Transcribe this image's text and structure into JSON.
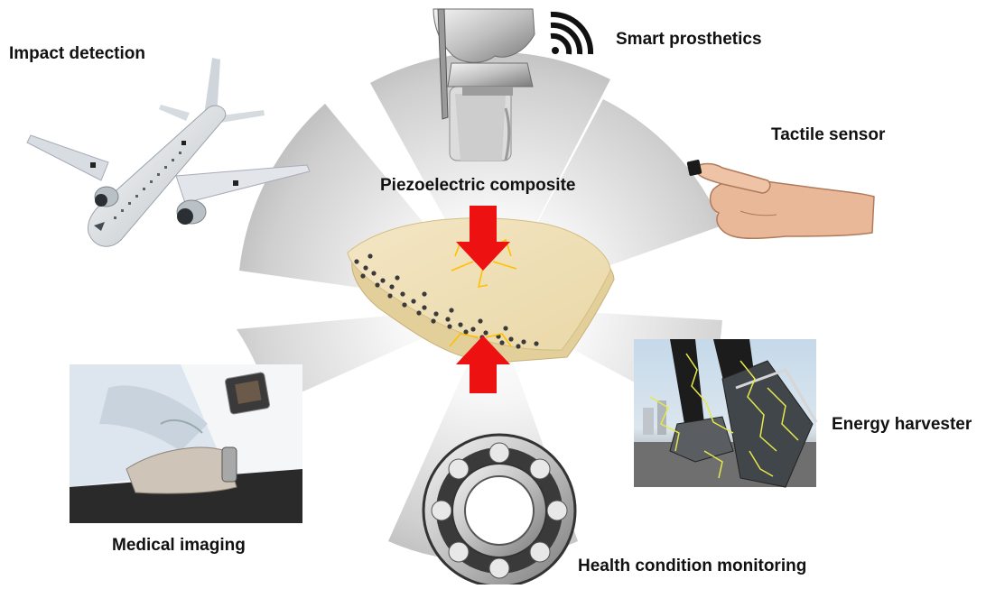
{
  "diagram": {
    "center": {
      "label": "Piezoelectric composite"
    },
    "applications": [
      {
        "id": "impact",
        "label": "Impact detection",
        "icon": "airplane-icon"
      },
      {
        "id": "smart",
        "label": "Smart prosthetics",
        "icon": "knee-prosthesis-icon"
      },
      {
        "id": "tactile",
        "label": "Tactile sensor",
        "icon": "finger-sensor-icon"
      },
      {
        "id": "energy",
        "label": "Energy harvester",
        "icon": "running-shoe-icon"
      },
      {
        "id": "health",
        "label": "Health condition monitoring",
        "icon": "ball-bearing-icon"
      },
      {
        "id": "medical",
        "label": "Medical imaging",
        "icon": "ultrasound-icon"
      }
    ],
    "colors": {
      "force_arrow": "#ee1111",
      "composite": "#f2e4bf",
      "particles": "#3a3a3a",
      "sparks": "#ffc000",
      "sector": "#c9c9c9"
    }
  }
}
